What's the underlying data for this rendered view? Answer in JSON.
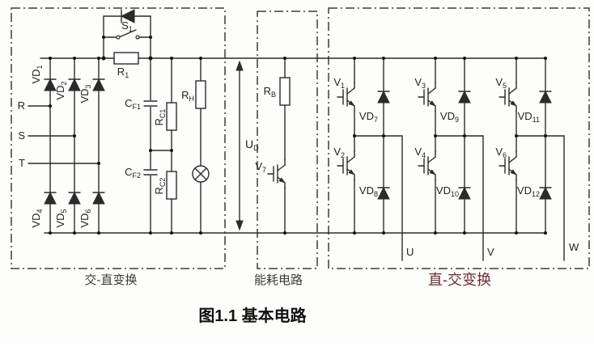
{
  "caption": "图1.1 基本电路",
  "sections": {
    "rectifier": "交-直变换",
    "brake": "能耗电路",
    "inverter": "直-交变换"
  },
  "colors": {
    "wire": "#2b2b2b",
    "inverter_label": "#6e2f2f",
    "section_label": "#3a3a3a",
    "caption": "#111111"
  },
  "phases": {
    "r": "R",
    "s": "S",
    "t": "T",
    "u": "U",
    "v": "V",
    "w": "W"
  },
  "components": {
    "s1": {
      "b": "S",
      "s": "1"
    },
    "r1": {
      "b": "R",
      "s": "1"
    },
    "vd1": {
      "b": "VD",
      "s": "1"
    },
    "vd2": {
      "b": "VD",
      "s": "2"
    },
    "vd3": {
      "b": "VD",
      "s": "3"
    },
    "vd4": {
      "b": "VD",
      "s": "4"
    },
    "vd5": {
      "b": "VD",
      "s": "5"
    },
    "vd6": {
      "b": "VD",
      "s": "6"
    },
    "cf1": {
      "b": "C",
      "s": "F1"
    },
    "cf2": {
      "b": "C",
      "s": "F2"
    },
    "rc1": {
      "b": "R",
      "s": "C1"
    },
    "rc2": {
      "b": "R",
      "s": "C2"
    },
    "rh": {
      "b": "R",
      "s": "H"
    },
    "ud": {
      "b": "U",
      "s": "D"
    },
    "rb": {
      "b": "R",
      "s": "B"
    },
    "v7": {
      "b": "V",
      "s": "7"
    },
    "v1": {
      "b": "V",
      "s": "1"
    },
    "v2": {
      "b": "V",
      "s": "2"
    },
    "v3": {
      "b": "V",
      "s": "3"
    },
    "v4": {
      "b": "V",
      "s": "4"
    },
    "v5": {
      "b": "V",
      "s": "5"
    },
    "v6": {
      "b": "V",
      "s": "6"
    },
    "vd7": {
      "b": "VD",
      "s": "7"
    },
    "vd8": {
      "b": "VD",
      "s": "8"
    },
    "vd9": {
      "b": "VD",
      "s": "9"
    },
    "vd10": {
      "b": "VD",
      "s": "10"
    },
    "vd11": {
      "b": "VD",
      "s": "11"
    },
    "vd12": {
      "b": "VD",
      "s": "12"
    }
  }
}
